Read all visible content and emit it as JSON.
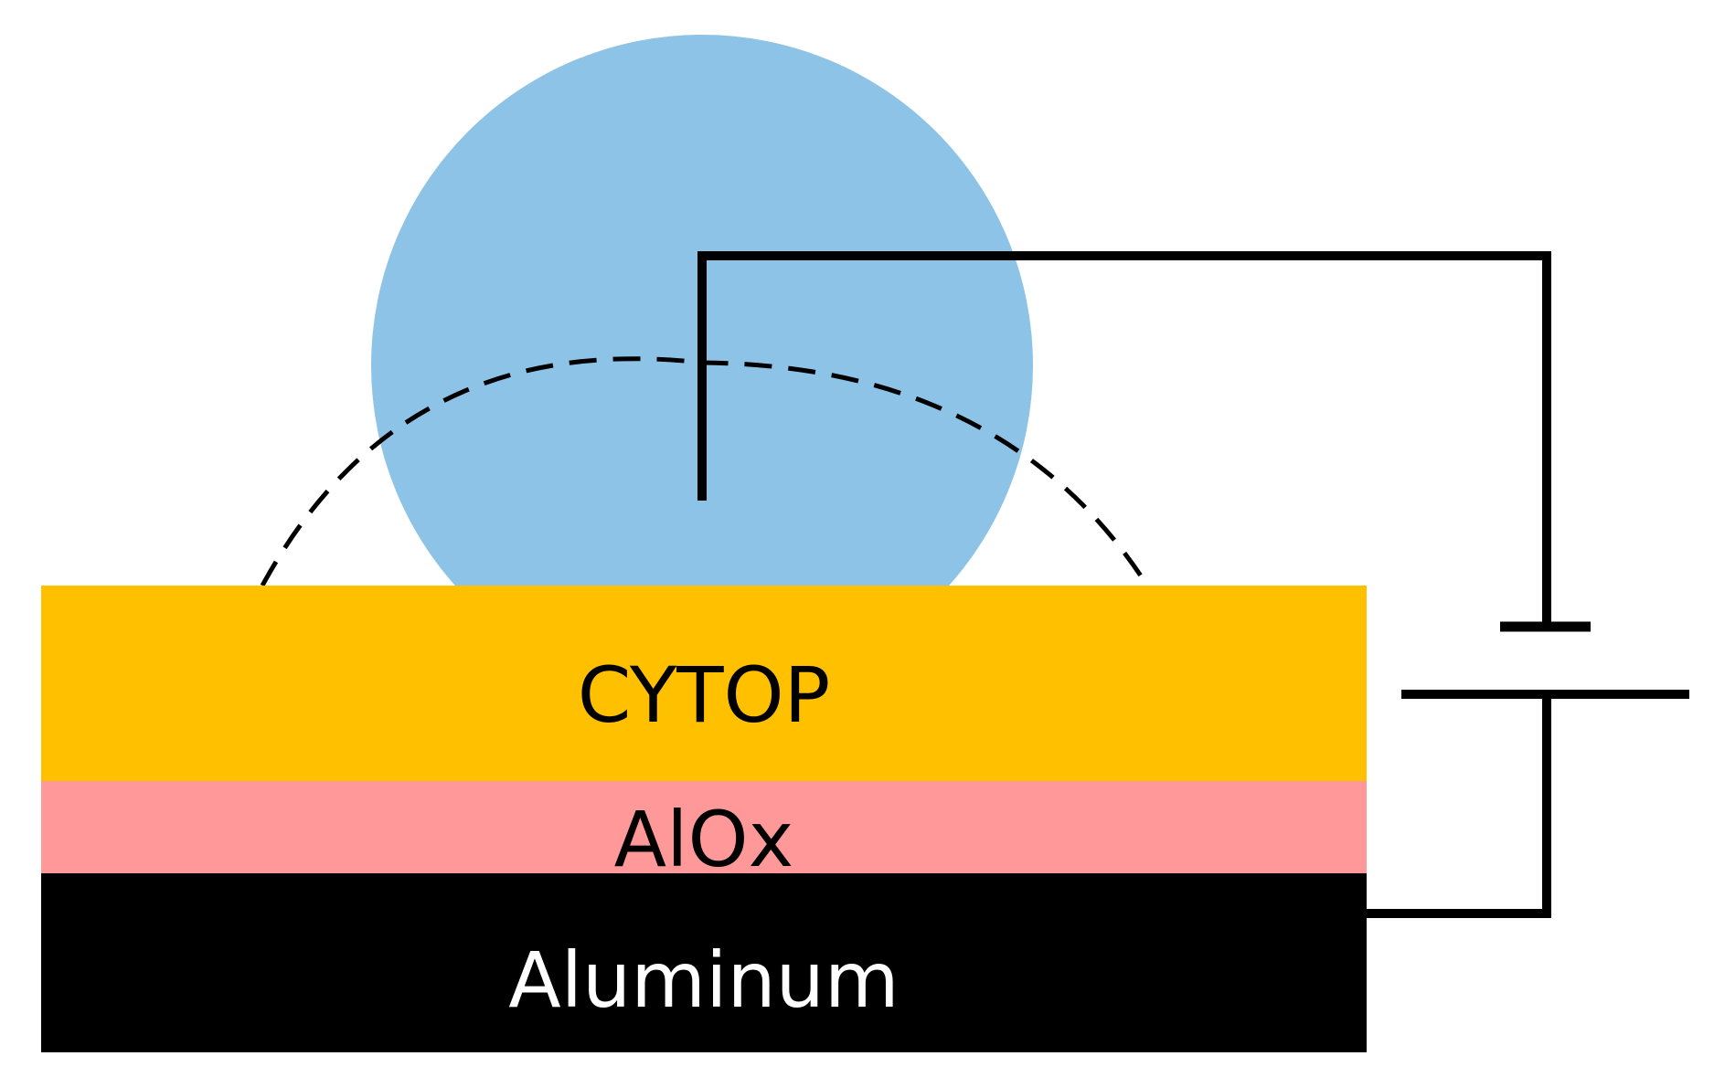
{
  "diagram": {
    "layers": {
      "cytop": {
        "label": "CYTOP",
        "color": "#FFC000",
        "text_color": "#000000"
      },
      "alox": {
        "label": "AlOx",
        "color": "#FF9999",
        "text_color": "#000000"
      },
      "aluminum": {
        "label": "Aluminum",
        "color": "#000000",
        "text_color": "#FFFFFF"
      }
    },
    "droplet": {
      "color": "#8DC3E7"
    },
    "wire": {
      "color": "#000000"
    },
    "outline_style": "dashed"
  }
}
